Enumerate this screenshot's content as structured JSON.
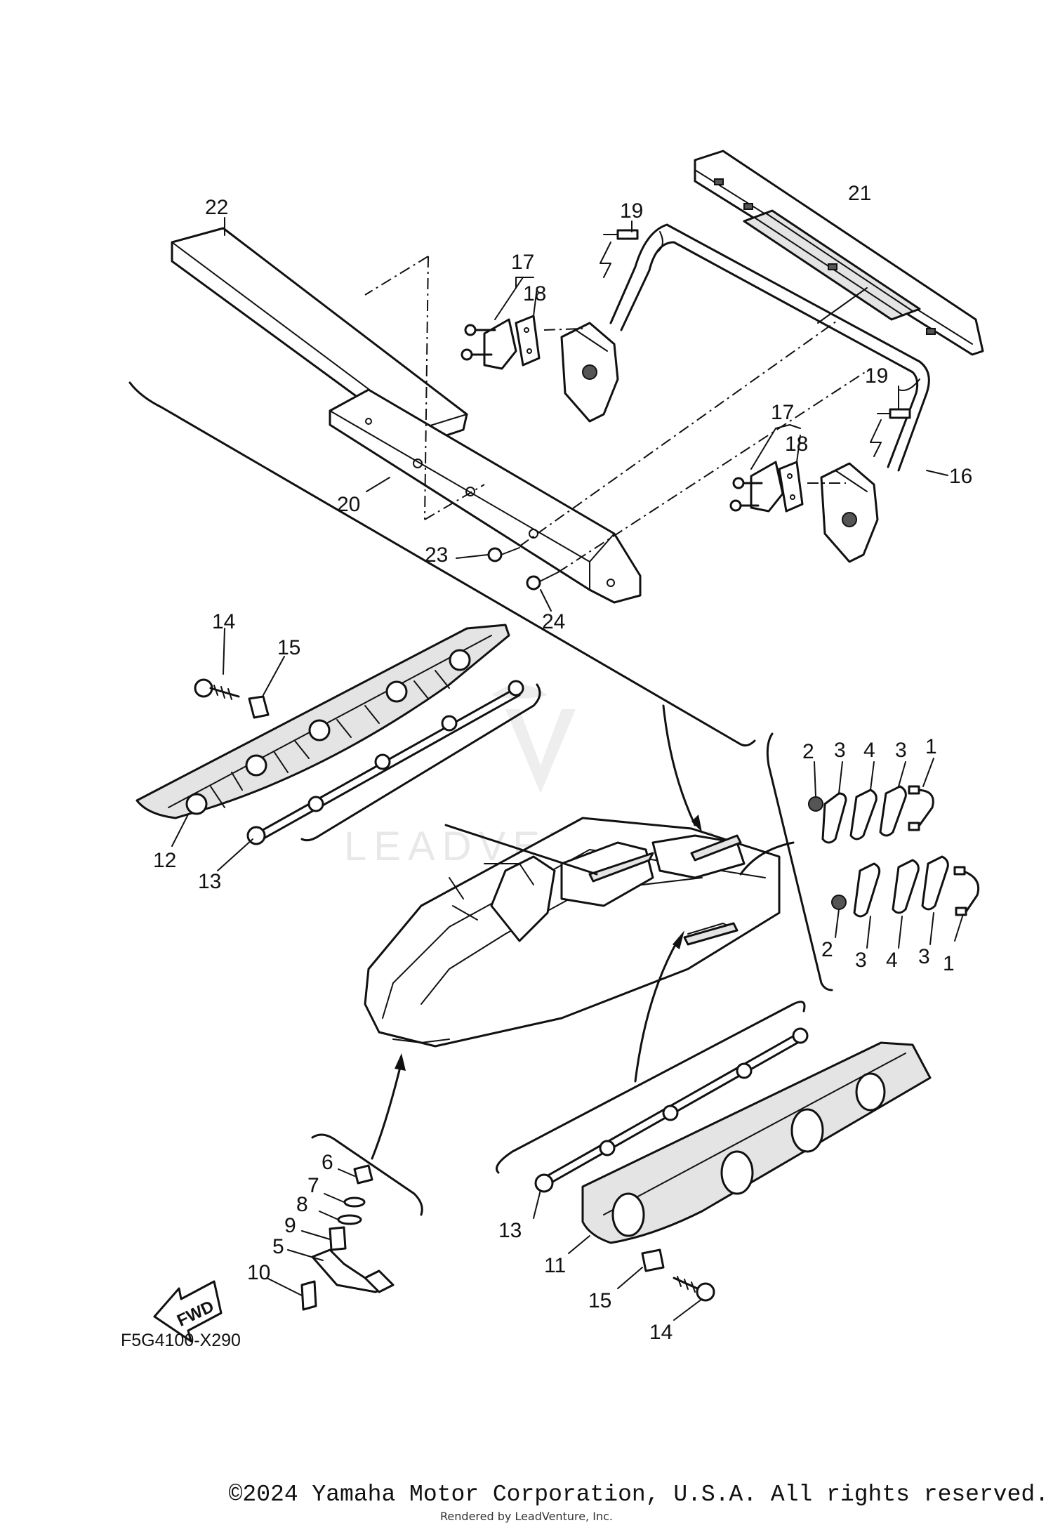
{
  "diagram": {
    "code": "F5G4100-X290",
    "fwd_label": "FWD",
    "watermark": "LEADVENTURE",
    "callouts": {
      "c1a": "1",
      "c1b": "1",
      "c2a": "2",
      "c2b": "2",
      "c3a": "3",
      "c3b": "3",
      "c3c": "3",
      "c3d": "3",
      "c4a": "4",
      "c4b": "4",
      "c5": "5",
      "c6": "6",
      "c7": "7",
      "c8": "8",
      "c9": "9",
      "c10": "10",
      "c11": "11",
      "c12": "12",
      "c13a": "13",
      "c13b": "13",
      "c14a": "14",
      "c14b": "14",
      "c15a": "15",
      "c15b": "15",
      "c16": "16",
      "c17a": "17",
      "c17b": "17",
      "c18a": "18",
      "c18b": "18",
      "c19a": "19",
      "c19b": "19",
      "c20": "20",
      "c21": "21",
      "c22": "22",
      "c23": "23",
      "c24": "24"
    }
  },
  "footer": {
    "copyright": "©2024 Yamaha Motor Corporation, U.S.A. All rights reserved.",
    "rendered_by": "Rendered by LeadVenture, Inc."
  }
}
